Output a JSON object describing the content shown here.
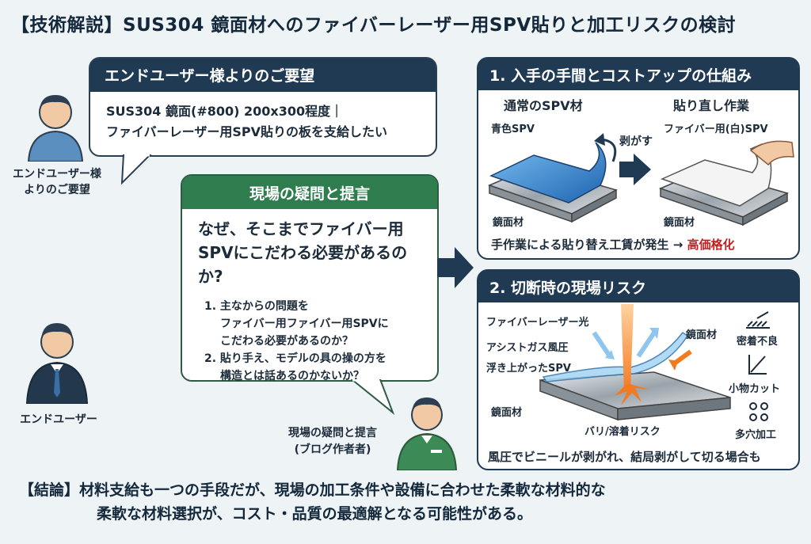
{
  "title": "【技術解説】SUS304 鏡面材へのファイバーレーザー用SPV貼りと加工リスクの検討",
  "request": {
    "header": "エンドユーザー様よりのご要望",
    "line1": "SUS304 鏡面(#800) 200x300程度｜",
    "line2": "ファイバーレーザー用SPV貼りの板を支給したい"
  },
  "end_user_top": {
    "line1": "エンドユーザー様",
    "line2": "よりのご要望"
  },
  "end_user_bottom": {
    "label": "エンドユーザー"
  },
  "question": {
    "header": "現場の疑問と提言",
    "main_line1": "なぜ、そこまでファイバー用",
    "main_line2": "SPVにこだわる必要があるのか?",
    "item1_line1": "1. 主なからの問題を",
    "item1_line2": "ファイバー用ファイバー用SPVに",
    "item1_line3": "こだわる必要があるのか？",
    "item2_line1": "2. 貼り手え、モデルの具の操の方を",
    "item2_line2": "構造とは話あるのかないか？"
  },
  "blogger": {
    "line1": "現場の疑問と提言",
    "line2": "(ブログ作者者)"
  },
  "panel1": {
    "header": "1. 入手の手間とコストアップの仕組み",
    "left_title": "通常のSPV材",
    "left_film": "青色SPV",
    "left_base": "鏡面材",
    "peel": "剥がす",
    "right_title": "貼り直し作業",
    "right_film": "ファイバー用(白)SPV",
    "right_base": "鏡面材",
    "footer_main": "手作業による貼り替え工賃が発生 →",
    "footer_red": "高価格化"
  },
  "panel2": {
    "header": "2. 切断時の現場リスク",
    "laser": "ファイバーレーザー光",
    "assist": "アシストガス風圧",
    "lifted": "浮き上がったSPV",
    "base_left": "鏡面材",
    "base_right": "鏡面材",
    "burr": "バリ/溶着リスク",
    "risk1": "密着不良",
    "risk2": "小物カット",
    "risk3": "多穴加工",
    "footer": "風圧でビニールが剥がれ、結局剥がして切る場合も"
  },
  "conclusion": {
    "line1": "【結論】材料支給も一つの手段だが、現場の加工条件や設備に合わせた柔軟な材料的な",
    "line2": "柔軟な材料選択が、コスト・品質の最適解となる可能性がある。"
  },
  "colors": {
    "navy": "#1f3a52",
    "green": "#2f7d4f",
    "red": "#c61d1d",
    "spv_blue": "#2f7fd0",
    "laser": "#f47a20"
  }
}
